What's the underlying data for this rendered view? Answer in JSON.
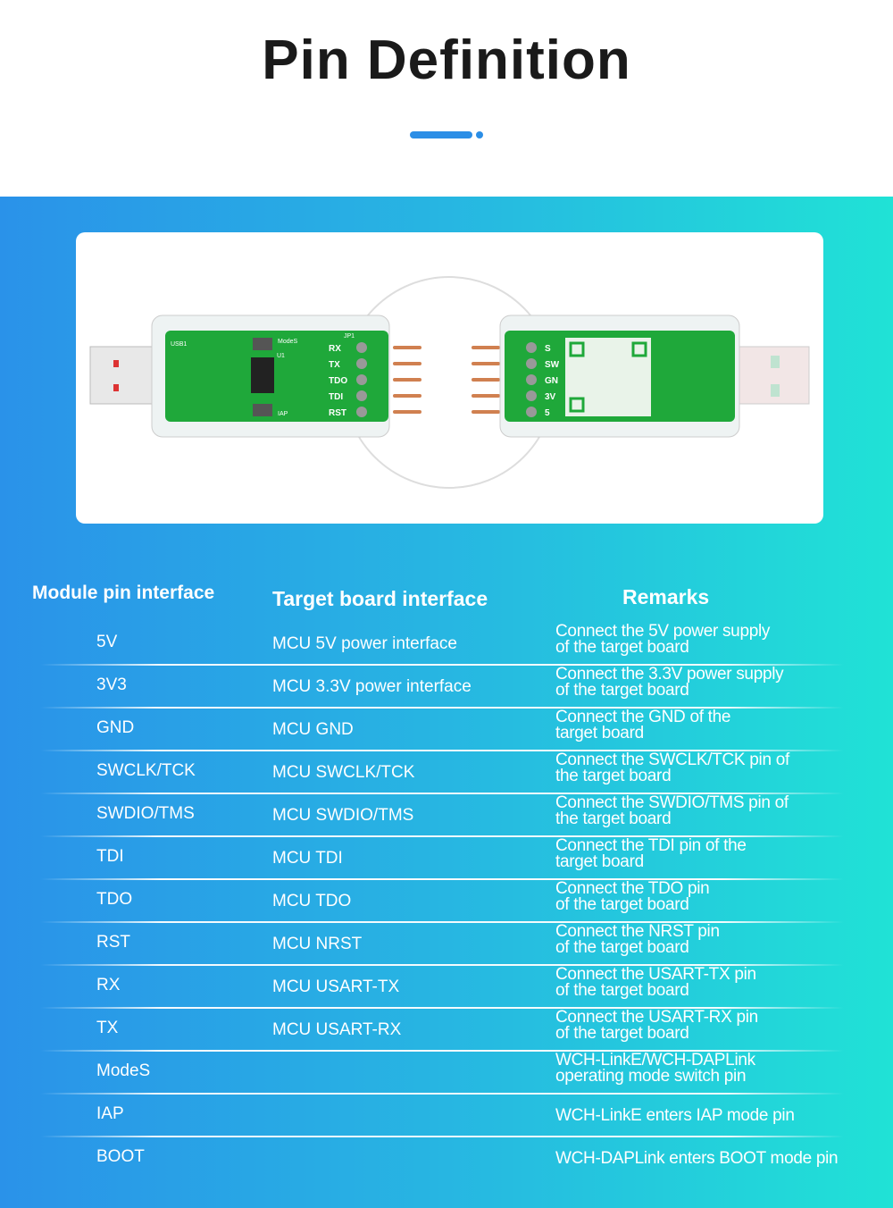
{
  "title": "Pin Definition",
  "colors": {
    "accent": "#2b8ee6",
    "gradient_start": "#2a92e9",
    "gradient_end": "#20e2d6",
    "pcb": "#1fa83a"
  },
  "photo": {
    "left_labels": [
      "RX",
      "TX",
      "TDO",
      "TDI",
      "RST"
    ],
    "right_labels": [
      "S",
      "SW",
      "GN",
      "3V",
      "5"
    ],
    "silk": [
      "USB1",
      "ModeS",
      "IAP",
      "JP1",
      "U1"
    ]
  },
  "table": {
    "headers": [
      "Module pin interface",
      "Target board interface",
      "Remarks"
    ],
    "rows": [
      {
        "pin": "5V",
        "target": "MCU 5V power interface",
        "remark": [
          "Connect the 5V power supply",
          "of the target board"
        ]
      },
      {
        "pin": "3V3",
        "target": "MCU 3.3V power interface",
        "remark": [
          "Connect the 3.3V power supply",
          "of the target board"
        ]
      },
      {
        "pin": "GND",
        "target": "MCU GND",
        "remark": [
          "Connect the GND of the",
          "target board"
        ]
      },
      {
        "pin": "SWCLK/TCK",
        "target": "MCU SWCLK/TCK",
        "remark": [
          "Connect the SWCLK/TCK pin of",
          "the target board"
        ]
      },
      {
        "pin": "SWDIO/TMS",
        "target": "MCU SWDIO/TMS",
        "remark": [
          "Connect the SWDIO/TMS pin of",
          "the target board"
        ]
      },
      {
        "pin": "TDI",
        "target": "MCU TDI",
        "remark": [
          "Connect the TDI pin of the",
          "target board"
        ]
      },
      {
        "pin": "TDO",
        "target": "MCU TDO",
        "remark": [
          "Connect the TDO pin",
          "of the target board"
        ]
      },
      {
        "pin": "RST",
        "target": "MCU NRST",
        "remark": [
          "Connect the NRST pin",
          "of the target board"
        ]
      },
      {
        "pin": "RX",
        "target": "MCU USART-TX",
        "remark": [
          "Connect the USART-TX pin",
          "of the target board"
        ]
      },
      {
        "pin": "TX",
        "target": "MCU USART-RX",
        "remark": [
          "Connect the USART-RX pin",
          "of the target board"
        ]
      },
      {
        "pin": "ModeS",
        "target": "",
        "remark": [
          "WCH-LinkE/WCH-DAPLink",
          "operating mode switch pin"
        ]
      },
      {
        "pin": "IAP",
        "target": "",
        "remark": [
          "WCH-LinkE enters IAP mode pin"
        ]
      },
      {
        "pin": "BOOT",
        "target": "",
        "remark": [
          "WCH-DAPLink enters BOOT mode pin"
        ]
      }
    ]
  }
}
